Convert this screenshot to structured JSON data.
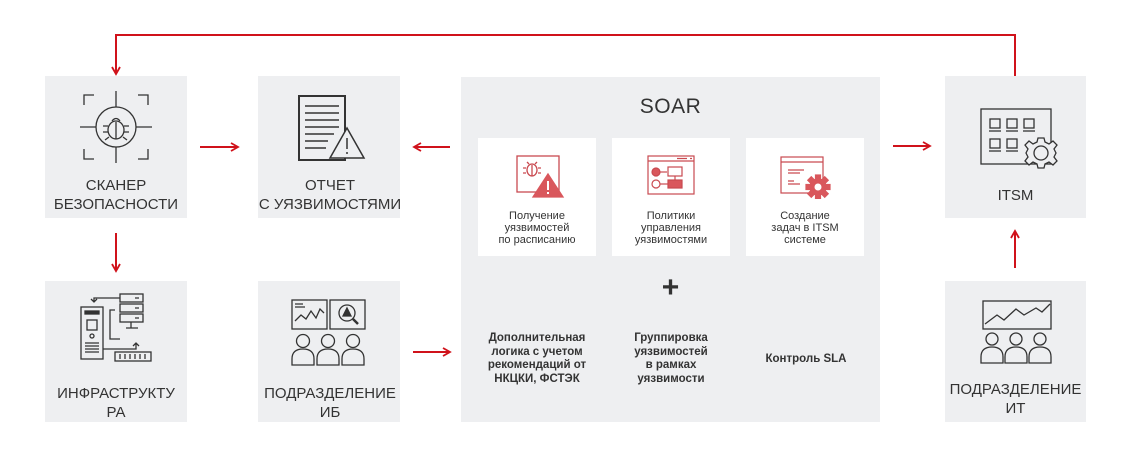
{
  "nodes": {
    "scanner": {
      "label_line1": "СКАНЕР",
      "label_line2": "БЕЗОПАСНОСТИ",
      "icon": "bug-scan-icon"
    },
    "report": {
      "label_line1": "ОТЧЕТ",
      "label_line2": "С УЯЗВИМОСТЯМИ",
      "icon": "report-warning-icon"
    },
    "infrastructure": {
      "label_line1": "ИНФРАСТРУКТУ",
      "label_line2": "РА",
      "icon": "servers-icon"
    },
    "security_team": {
      "label_line1": "ПОДРАЗДЕЛЕНИЕ",
      "label_line2": "ИБ",
      "icon": "team-monitor-icon"
    },
    "itsm": {
      "label_line1": "ITSM",
      "icon": "dashboard-gear-icon"
    },
    "it_team": {
      "label_line1": "ПОДРАЗДЕЛЕНИЕ",
      "label_line2": "ИТ",
      "icon": "team-chart-icon"
    }
  },
  "soar": {
    "title": "SOAR",
    "cards": [
      {
        "line1": "Получение",
        "line2": "уязвимостей",
        "line3": "по расписанию",
        "icon": "bug-alert-icon"
      },
      {
        "line1": "Политики",
        "line2": "управления",
        "line3": "уязвимостями",
        "icon": "workflow-icon"
      },
      {
        "line1": "Создание",
        "line2": "задач в ITSM",
        "line3": "системе",
        "icon": "window-gear-icon"
      }
    ],
    "plus": "+",
    "extras": [
      {
        "line1": "Дополнительная",
        "line2": "логика с учетом",
        "line3": "рекомендаций от",
        "line4": "НКЦКИ, ФСТЭК"
      },
      {
        "line1": "Группировка",
        "line2": "уязвимостей",
        "line3": "в рамках",
        "line4": "уязвимости"
      },
      {
        "line1": "Контроль SLA"
      }
    ]
  },
  "colors": {
    "arrow": "#d0121b",
    "box": "#eeeff1",
    "accent_icon": "#d9575c",
    "text": "#333333"
  }
}
